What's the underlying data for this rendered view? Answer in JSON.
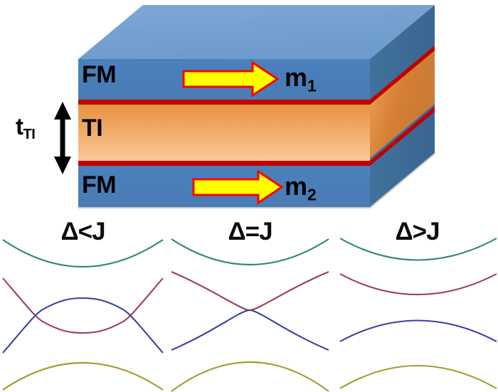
{
  "figure": {
    "type": "scientific-schematic",
    "description": "FM/TI/FM trilayer heterostructure with magnetization arrows, and three surface-state band-structure panels",
    "background": "#ffffff"
  },
  "structure": {
    "layers": [
      {
        "name": "fm-top",
        "label": "FM",
        "material": "ferromagnet",
        "color": "#4a7ebb"
      },
      {
        "name": "ti",
        "label": "TI",
        "material": "topological insulator",
        "color_top": "#e8924a",
        "color_bottom": "#fbc795"
      },
      {
        "name": "fm-bottom",
        "label": "FM",
        "material": "ferromagnet",
        "color": "#4a7ebb"
      }
    ],
    "interface_line_color": "#c00000",
    "face_colors": {
      "front_fm": "#4a7ebb",
      "top_fm": "#7ba6d6",
      "side_fm": "#3d6ba5",
      "side_ti_top": "#d9813c",
      "side_ti_bottom": "#b86a2e"
    },
    "thickness_label": {
      "base": "t",
      "sub": "TI",
      "text": "t_TI"
    },
    "arrows": [
      {
        "name": "m1",
        "label_base": "m",
        "label_sub": "1",
        "direction": "right",
        "fill": "#ffff00",
        "stroke": "#ff0000"
      },
      {
        "name": "m2",
        "label_base": "m",
        "label_sub": "2",
        "direction": "right",
        "fill": "#ffff00",
        "stroke": "#ff0000"
      }
    ]
  },
  "band_panels": [
    {
      "id": "panel-0",
      "title": "Δ<J",
      "regime": "delta-less-than-J",
      "note": "middle two bands cross twice forming a lens",
      "chart_data": {
        "type": "line",
        "title": "Δ<J",
        "xlabel": "",
        "ylabel": "",
        "xlim": [
          -1,
          1
        ],
        "ylim": [
          0,
          1
        ],
        "grid": false,
        "legend": false,
        "series": [
          {
            "name": "band-1-conduction-upper",
            "color": "#2e8b65",
            "shape": "parabola-up",
            "vertex_y": 0.745,
            "edge_y": 0.935,
            "curvature": "quadratic"
          },
          {
            "name": "band-2-conduction-lower",
            "color": "#9c3a63",
            "shape": "lens-upper",
            "vertex_y": 0.545,
            "edge_y": 0.65,
            "crossing": true
          },
          {
            "name": "band-3-valence-upper",
            "color": "#3b3f9e",
            "shape": "lens-lower",
            "vertex_y": 0.425,
            "edge_y": 0.32,
            "crossing": true
          },
          {
            "name": "band-4-valence-lower",
            "color": "#a89a2e",
            "shape": "parabola-down",
            "vertex_y": 0.21,
            "edge_y": 0.02
          }
        ]
      }
    },
    {
      "id": "panel-1",
      "title": "Δ=J",
      "regime": "delta-equals-J",
      "note": "middle two bands touch at a single point (gapless Dirac point)",
      "chart_data": {
        "type": "line",
        "title": "Δ=J",
        "xlabel": "",
        "ylabel": "",
        "xlim": [
          -1,
          1
        ],
        "ylim": [
          0,
          1
        ],
        "grid": false,
        "legend": false,
        "series": [
          {
            "name": "band-1-conduction-upper",
            "color": "#2e8b65",
            "shape": "parabola-up",
            "vertex_y": 0.77,
            "edge_y": 0.94
          },
          {
            "name": "band-2-conduction-lower",
            "color": "#9c3a63",
            "shape": "hyperbola-up",
            "vertex_y": 0.505,
            "edge_y": 0.7,
            "touch_point": true
          },
          {
            "name": "band-3-valence-upper",
            "color": "#3b3f9e",
            "shape": "hyperbola-down",
            "vertex_y": 0.505,
            "edge_y": 0.3,
            "touch_point": true
          },
          {
            "name": "band-4-valence-lower",
            "color": "#a89a2e",
            "shape": "parabola-down",
            "vertex_y": 0.185,
            "edge_y": 0.005
          }
        ]
      }
    },
    {
      "id": "panel-2",
      "title": "Δ>J",
      "regime": "delta-greater-than-J",
      "note": "all four bands gapped and separated",
      "chart_data": {
        "type": "line",
        "title": "Δ>J",
        "xlabel": "",
        "ylabel": "",
        "xlim": [
          -1,
          1
        ],
        "ylim": [
          0,
          1
        ],
        "grid": false,
        "legend": false,
        "series": [
          {
            "name": "band-1-conduction-upper",
            "color": "#2e8b65",
            "shape": "parabola-up",
            "vertex_y": 0.8,
            "edge_y": 0.94
          },
          {
            "name": "band-2-conduction-lower",
            "color": "#9c3a63",
            "shape": "parabola-up",
            "vertex_y": 0.555,
            "edge_y": 0.7
          },
          {
            "name": "band-3-valence-upper",
            "color": "#3b3f9e",
            "shape": "parabola-down",
            "vertex_y": 0.405,
            "edge_y": 0.25
          },
          {
            "name": "band-4-valence-lower",
            "color": "#a89a2e",
            "shape": "parabola-down",
            "vertex_y": 0.165,
            "edge_y": 0.01
          }
        ]
      }
    }
  ]
}
